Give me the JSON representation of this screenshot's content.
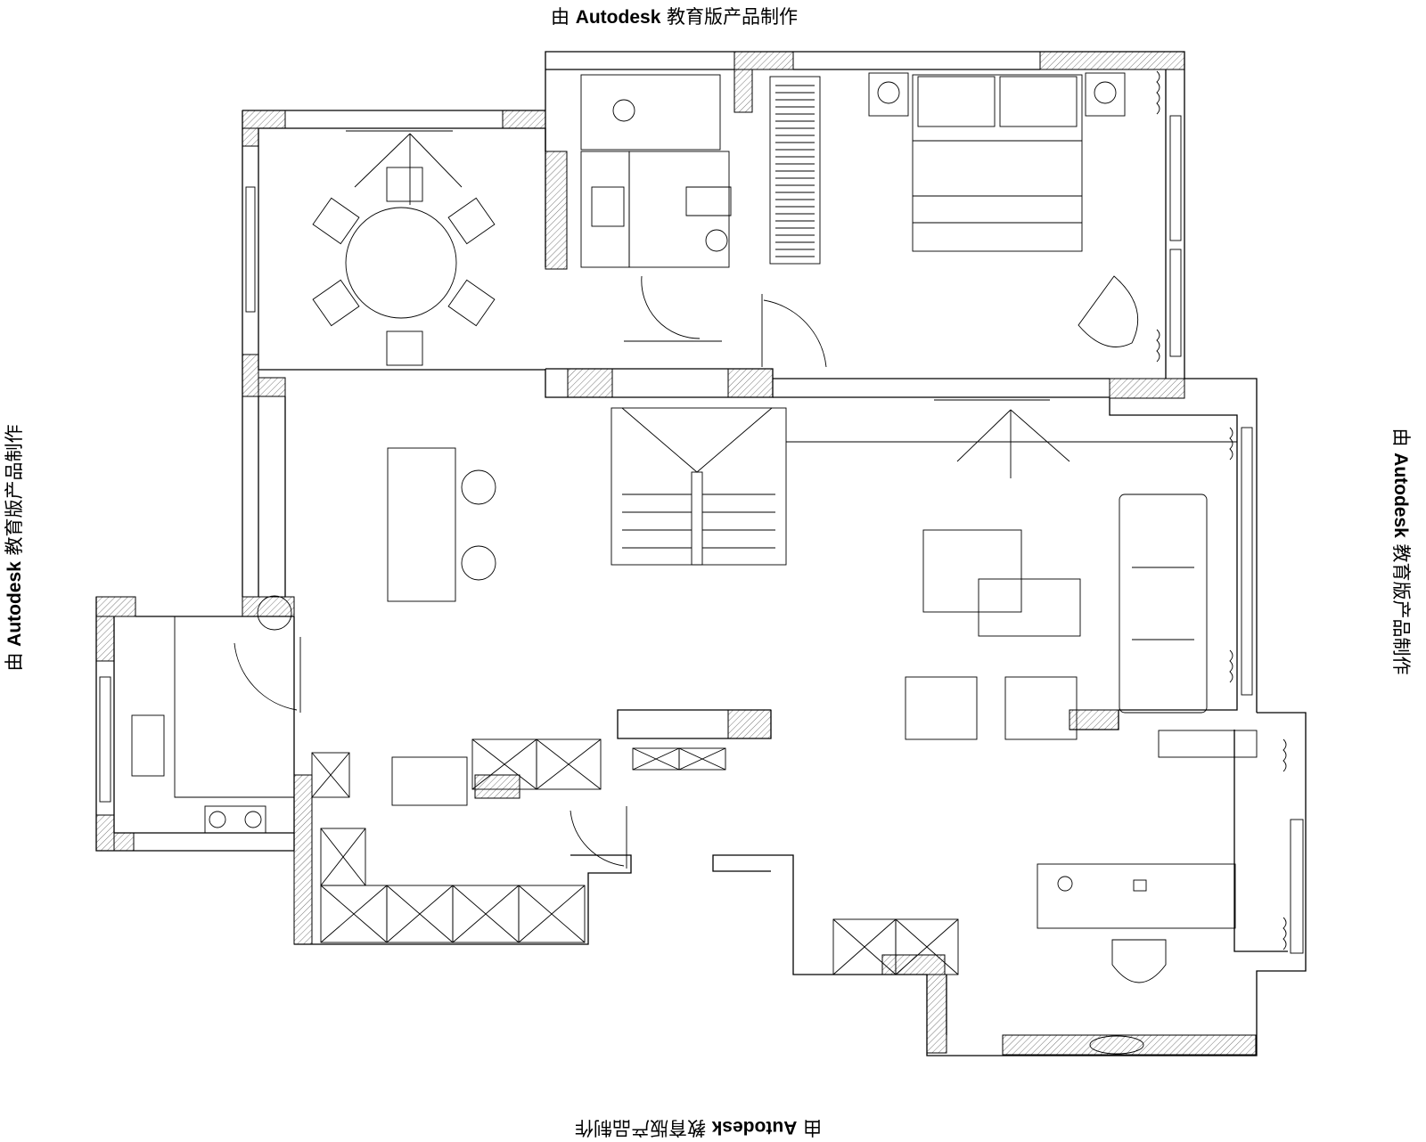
{
  "watermark": {
    "top": "由 Autodesk 教育版产品制作",
    "bottom": "由 Autodesk 教育版产品制作",
    "left": "由 Autodesk 教育版产品制作",
    "right": "由 Autodesk 教育版产品制作"
  },
  "colors": {
    "line": "#000000",
    "background": "#ffffff"
  }
}
